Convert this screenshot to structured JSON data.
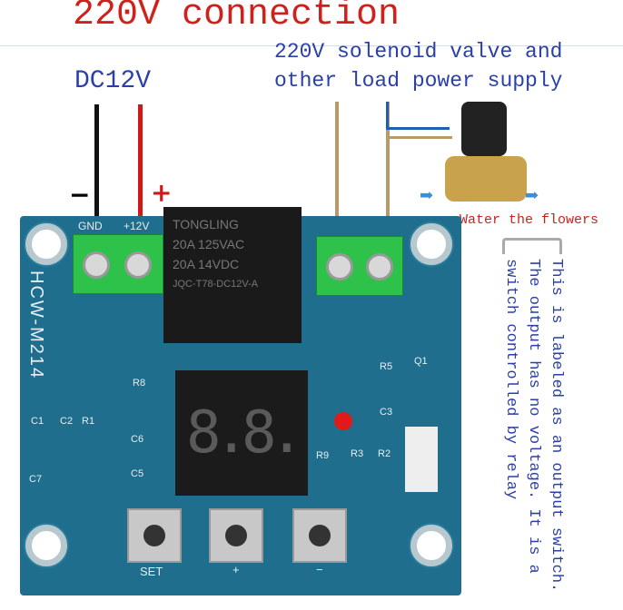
{
  "title": "220V connection",
  "dc_label": "DC12V",
  "load_label_line1": "220V solenoid valve and",
  "load_label_line2": "other load power supply",
  "minus_sign": "−",
  "plus_sign": "+",
  "water_label": "Water the flowers",
  "note_lines": [
    "This is labeled as an output switch.",
    "The output has no voltage. It is a",
    "switch controlled by relay"
  ],
  "board": {
    "model": "HCW-M214",
    "gnd": "GND",
    "v12": "+12V",
    "relay_lines": [
      "TONGLING",
      "20A  125VAC",
      "20A   14VDC",
      "JQC-T78-DC12V-A"
    ],
    "display": "8.8.",
    "parts": [
      "R8",
      "C6",
      "C5",
      "C1",
      "C2",
      "R1",
      "C7",
      "R5",
      "Q1",
      "C3",
      "R9",
      "R3",
      "R2"
    ],
    "buttons": [
      "SET",
      "+",
      "−"
    ]
  },
  "colors": {
    "title": "#d1201c",
    "annotation": "#2a3fa8",
    "board": "#1f6e8e"
  }
}
